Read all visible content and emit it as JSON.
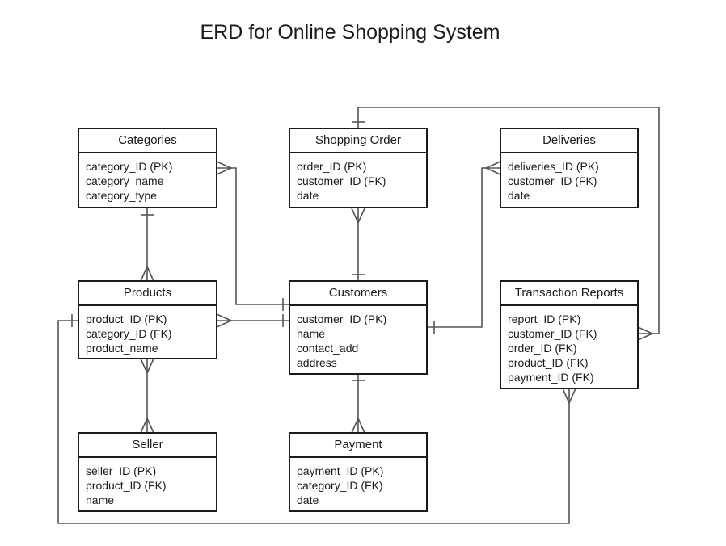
{
  "title": "ERD for Online Shopping System",
  "entities": {
    "categories": {
      "name": "Categories",
      "attributes": [
        "category_ID (PK)",
        "category_name",
        "category_type"
      ]
    },
    "shopping_order": {
      "name": "Shopping Order",
      "attributes": [
        "order_ID (PK)",
        "customer_ID (FK)",
        "date"
      ]
    },
    "deliveries": {
      "name": "Deliveries",
      "attributes": [
        "deliveries_ID (PK)",
        "customer_ID (FK)",
        "date"
      ]
    },
    "products": {
      "name": "Products",
      "attributes": [
        "product_ID (PK)",
        "category_ID (FK)",
        "product_name"
      ]
    },
    "customers": {
      "name": "Customers",
      "attributes": [
        "customer_ID (PK)",
        "name",
        "contact_add",
        "address"
      ]
    },
    "transaction_reports": {
      "name": "Transaction Reports",
      "attributes": [
        "report_ID (PK)",
        "customer_ID (FK)",
        "order_ID (FK)",
        "product_ID (FK)",
        "payment_ID (FK)"
      ]
    },
    "seller": {
      "name": "Seller",
      "attributes": [
        "seller_ID (PK)",
        "product_ID (FK)",
        "name"
      ]
    },
    "payment": {
      "name": "Payment",
      "attributes": [
        "payment_ID (PK)",
        "category_ID (FK)",
        "date"
      ]
    }
  },
  "relationships": [
    {
      "from": "Categories",
      "to": "Products",
      "from_end": "one",
      "to_end": "many"
    },
    {
      "from": "Categories",
      "to": "Customers",
      "from_end": "many",
      "to_end": "one"
    },
    {
      "from": "Shopping Order",
      "to": "Customers",
      "from_end": "many",
      "to_end": "one"
    },
    {
      "from": "Shopping Order",
      "to": "Transaction Reports",
      "from_end": "one",
      "to_end": "many"
    },
    {
      "from": "Deliveries",
      "to": "Customers",
      "from_end": "many",
      "to_end": "one"
    },
    {
      "from": "Products",
      "to": "Customers",
      "from_end": "many",
      "to_end": "one"
    },
    {
      "from": "Products",
      "to": "Seller",
      "from_end": "many",
      "to_end": "many"
    },
    {
      "from": "Products",
      "to": "Transaction Reports",
      "from_end": "one",
      "to_end": "many"
    },
    {
      "from": "Customers",
      "to": "Payment",
      "from_end": "one",
      "to_end": "many"
    }
  ]
}
